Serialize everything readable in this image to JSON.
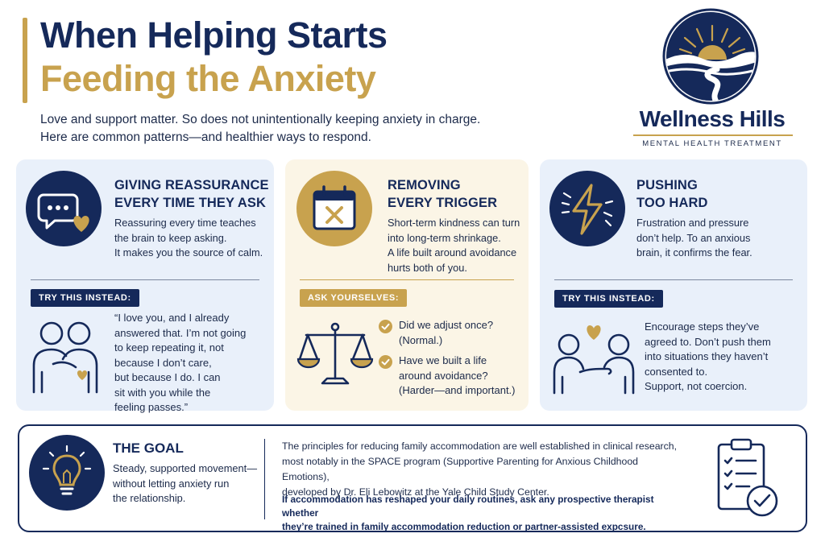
{
  "header": {
    "title_line1": "When Helping Starts",
    "title_line2": "Feeding the Anxiety",
    "subtitle_line1": "Love and support matter. So does not unintentionally keeping anxiety in charge.",
    "subtitle_line2": "Here are common patterns—and healthier ways to respond."
  },
  "brand": {
    "name": "Wellness Hills",
    "tagline": "MENTAL HEALTH TREATMENT",
    "icon": "sun-hills-river-logo"
  },
  "cards": [
    {
      "icon": "chat-bubble-heart-icon",
      "title_line1": "GIVING REASSURANCE",
      "title_line2": "EVERY TIME THEY ASK",
      "text_lines": [
        "Reassuring every time teaches",
        "the brain to keep asking.",
        "It makes you the source of calm."
      ],
      "tag": "TRY THIS INSTEAD:",
      "illustration": "two-people-hug-icon",
      "quote_lines": [
        "“I love you, and I already",
        "answered that. I’m not going",
        "to keep repeating it, not",
        "because I don’t care,",
        "but because I do. I can",
        "sit with you while the",
        "feeling passes.”"
      ]
    },
    {
      "icon": "calendar-x-icon",
      "title_line1": "REMOVING",
      "title_line2": "EVERY TRIGGER",
      "text_lines": [
        "Short-term kindness can turn",
        "into long-term shrinkage.",
        "A life built around avoidance",
        "hurts both of you."
      ],
      "tag": "ASK YOURSELVES:",
      "illustration": "balance-scale-icon",
      "checks": [
        {
          "lines": [
            "Did we adjust once?",
            "(Normal.)"
          ]
        },
        {
          "lines": [
            "Have we built a life",
            "around avoidance?",
            "(Harder—and important.)"
          ]
        }
      ]
    },
    {
      "icon": "lightning-bolt-icon",
      "title_line1": "PUSHING",
      "title_line2": "TOO HARD",
      "text_lines": [
        "Frustration and pressure",
        "don’t help. To an anxious",
        "brain, it confirms the fear."
      ],
      "tag": "TRY THIS INSTEAD:",
      "illustration": "supporting-people-icon",
      "body_lines": [
        "Encourage steps they’ve",
        "agreed to. Don’t push them",
        "into situations they haven’t",
        "consented to.",
        "Support, not coercion."
      ]
    }
  ],
  "goal": {
    "icon": "lightbulb-icon",
    "title": "THE GOAL",
    "text_lines": [
      "Steady, supported movement—",
      "without letting anxiety run",
      "the relationship."
    ],
    "para_lines": [
      "The principles for reducing family accommodation are well established in clinical research,",
      "most notably in the SPACE program (Supportive Parenting for Anxious Childhood Emotions),",
      "developed by Dr. Eli Lebowitz at the Yale Child Study Center."
    ],
    "bold_lines": [
      "If accommodation has reshaped your daily routines, ask any prospective therapist whether",
      "they’re trained in family accommodation reduction or partner-assisted expcsure."
    ],
    "side_icon": "clipboard-checklist-icon"
  },
  "colors": {
    "navy": "#15295a",
    "gold": "#c8a24e",
    "card_blue": "#e9f0fa",
    "card_cream": "#fbf5e6"
  }
}
